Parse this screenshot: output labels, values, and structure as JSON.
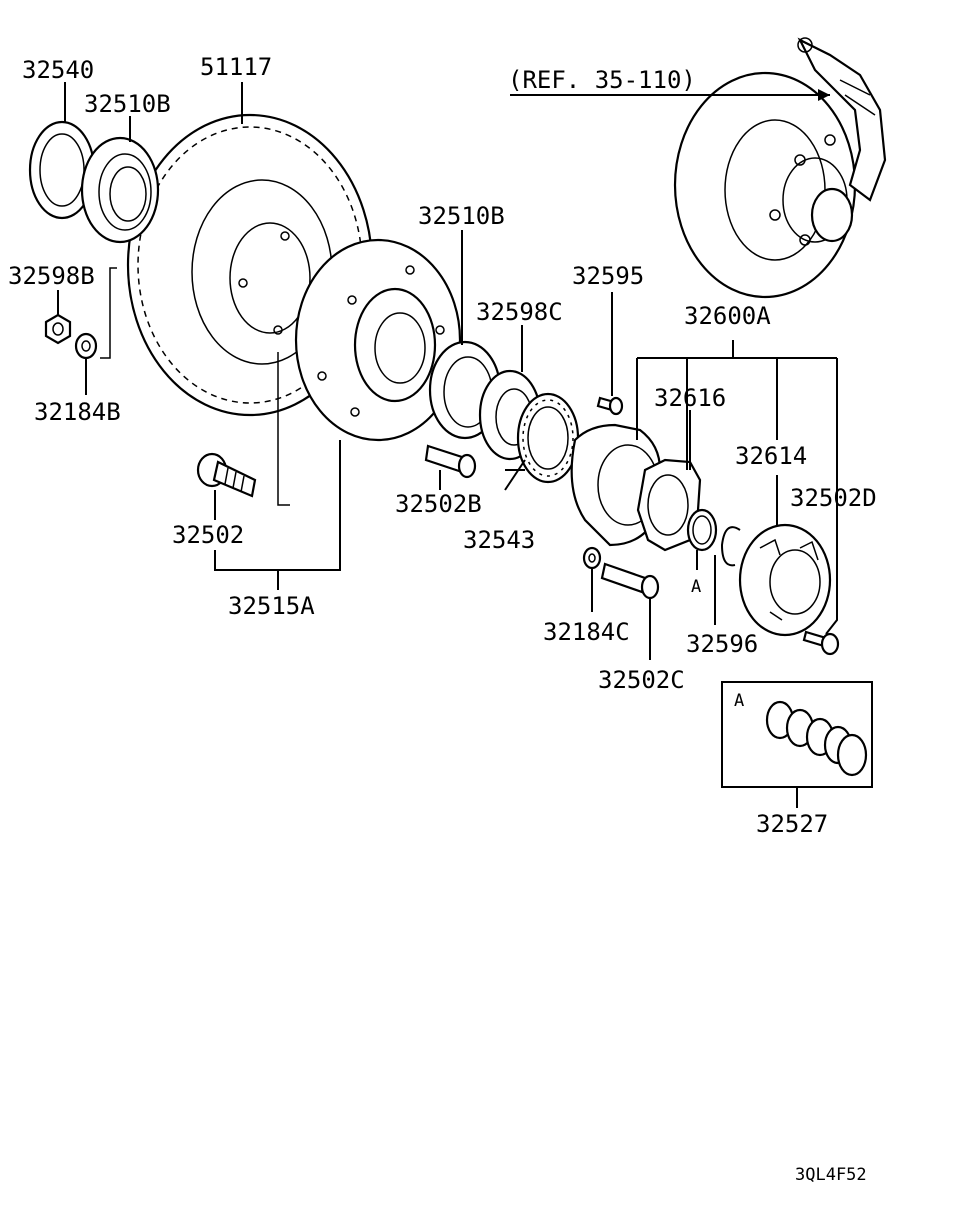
{
  "reference_note": "(REF. 35-110)",
  "drawing_code": "3QL4F52",
  "callouts": {
    "p32540": "32540",
    "p51117": "51117",
    "p32510B_top": "32510B",
    "p32598B": "32598B",
    "p32184B": "32184B",
    "p32510B_mid": "32510B",
    "p32595": "32595",
    "p32598C": "32598C",
    "p32600A": "32600A",
    "p32616": "32616",
    "p32614": "32614",
    "p32502D": "32502D",
    "p32502B": "32502B",
    "p32543": "32543",
    "p32502": "32502",
    "p32515A": "32515A",
    "p32184C": "32184C",
    "p32596": "32596",
    "p32502C": "32502C",
    "p32527": "32527",
    "marker_A_main": "A",
    "marker_A_box": "A"
  }
}
